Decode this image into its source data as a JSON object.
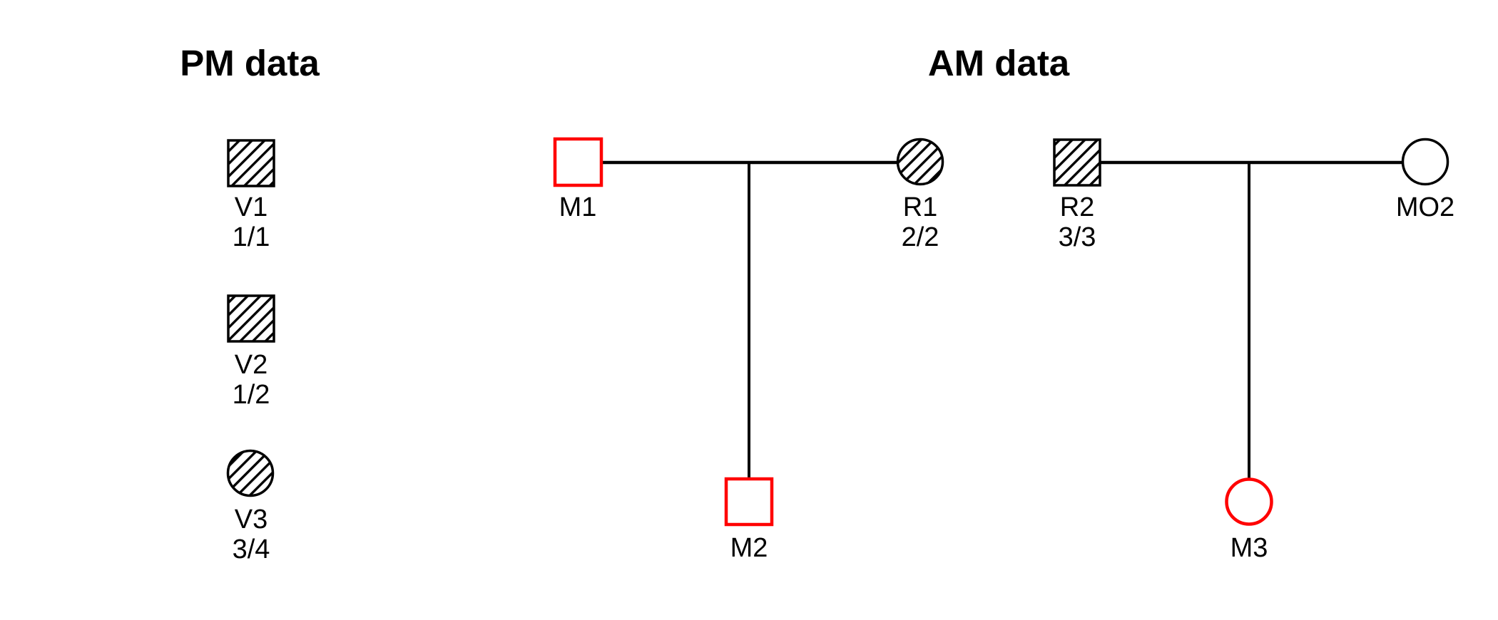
{
  "pm_panel": {
    "title": "PM data",
    "victims": [
      {
        "id": "V1",
        "genotype": "1/1",
        "symbol": "square-hatched"
      },
      {
        "id": "V2",
        "genotype": "1/2",
        "symbol": "square-hatched"
      },
      {
        "id": "V3",
        "genotype": "3/4",
        "symbol": "circle-hatched"
      }
    ]
  },
  "am_panel": {
    "title": "AM data",
    "families": [
      {
        "father": {
          "id": "M1",
          "symbol": "square-red-outline"
        },
        "mother": {
          "id": "R1",
          "genotype": "2/2",
          "symbol": "circle-hatched"
        },
        "child": {
          "id": "M2",
          "symbol": "square-red-outline"
        }
      },
      {
        "father": {
          "id": "R2",
          "genotype": "3/3",
          "symbol": "square-hatched"
        },
        "mother": {
          "id": "MO2",
          "symbol": "circle-plain"
        },
        "child": {
          "id": "M3",
          "symbol": "circle-red-outline"
        }
      }
    ]
  },
  "colors": {
    "symbol_outline": "#000000",
    "missing_person_outline": "#ff0000",
    "hatch": "#000000",
    "background": "#ffffff"
  }
}
